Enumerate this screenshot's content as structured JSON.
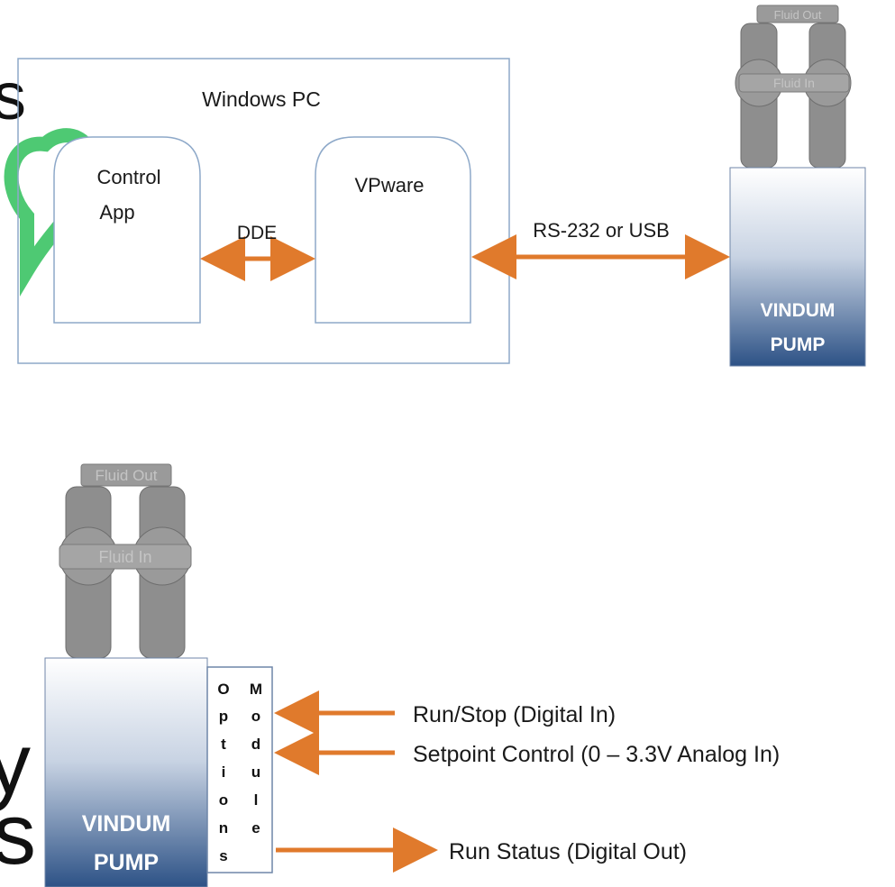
{
  "top_diagram": {
    "pc_box_title": "Windows PC",
    "control_app": [
      "Control",
      "App"
    ],
    "vpware": "VPware",
    "dde_label": "DDE",
    "link_label": "RS-232 or USB",
    "pump": {
      "name_line1": "VINDUM",
      "name_line2": "PUMP",
      "fluid_out": "Fluid Out",
      "fluid_in": "Fluid In"
    }
  },
  "bottom_diagram": {
    "pump": {
      "name_line1": "VINDUM",
      "name_line2": "PUMP",
      "fluid_out": "Fluid Out",
      "fluid_in": "Fluid In"
    },
    "options_word": [
      "O",
      "p",
      "t",
      "i",
      "o",
      "n",
      "s"
    ],
    "module_word": [
      "M",
      "o",
      "d",
      "u",
      "l",
      "e"
    ],
    "signals": {
      "run_stop": "Run/Stop (Digital In)",
      "setpoint": "Setpoint Control  (0 – 3.3V Analog In)",
      "run_status": "Run Status (Digital Out)"
    }
  },
  "edge_text": {
    "s_top": "s",
    "y_char": "y",
    "s_bottom": "s"
  },
  "colors": {
    "box_border": "#8ea9c9",
    "arrow": "#e07a2c",
    "pump_top": "#ffffff",
    "pump_bottom": "#2d5286",
    "tube": "#8e8e8e",
    "watermark": "#2fbf5a"
  }
}
